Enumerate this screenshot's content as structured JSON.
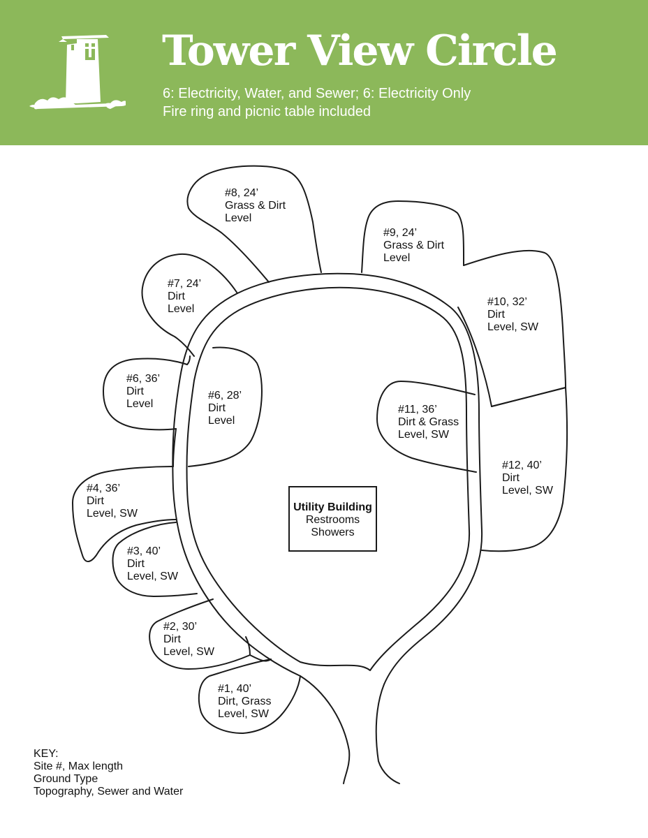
{
  "header": {
    "title": "Tower View Circle",
    "line1": "6: Electricity, Water, and Sewer; 6: Electricity Only",
    "line2": "Fire ring and picnic table included",
    "accent_color": "#8cb85a"
  },
  "sites": [
    {
      "id": "site-8",
      "num": "#8, 24’",
      "ground": "Grass & Dirt",
      "topo": "Level"
    },
    {
      "id": "site-9",
      "num": "#9, 24’",
      "ground": "Grass & Dirt",
      "topo": "Level"
    },
    {
      "id": "site-7",
      "num": "#7, 24’",
      "ground": "Dirt",
      "topo": "Level"
    },
    {
      "id": "site-10",
      "num": "#10, 32’",
      "ground": "Dirt",
      "topo": "Level, SW"
    },
    {
      "id": "site-6-outer",
      "num": "#6, 36’",
      "ground": "Dirt",
      "topo": "Level"
    },
    {
      "id": "site-6-inner",
      "num": "#6, 28’",
      "ground": "Dirt",
      "topo": "Level"
    },
    {
      "id": "site-11",
      "num": "#11, 36’",
      "ground": "Dirt & Grass",
      "topo": "Level, SW"
    },
    {
      "id": "site-12",
      "num": "#12, 40’",
      "ground": "Dirt",
      "topo": "Level, SW"
    },
    {
      "id": "site-4",
      "num": "#4, 36’",
      "ground": "Dirt",
      "topo": "Level, SW"
    },
    {
      "id": "site-3",
      "num": "#3, 40’",
      "ground": "Dirt",
      "topo": "Level, SW"
    },
    {
      "id": "site-2",
      "num": "#2, 30’",
      "ground": "Dirt",
      "topo": "Level, SW"
    },
    {
      "id": "site-1",
      "num": "#1, 40’",
      "ground": "Dirt, Grass",
      "topo": "Level, SW"
    }
  ],
  "building": {
    "name": "Utility Building",
    "line2": "Restrooms",
    "line3": "Showers"
  },
  "key": {
    "heading": "KEY:",
    "line1": "Site #, Max length",
    "line2": "Ground Type",
    "line3": "Topography, Sewer and Water"
  }
}
